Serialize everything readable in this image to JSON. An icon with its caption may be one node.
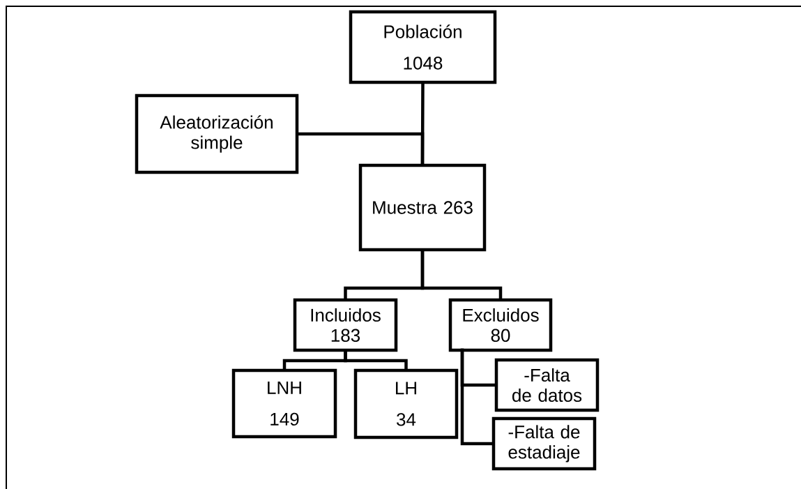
{
  "diagram": {
    "nodes": [
      {
        "text": [
          "Población",
          "1048"
        ]
      },
      {
        "text": [
          "Aleatorización simple"
        ]
      },
      {
        "text": [
          "Muestra 263"
        ]
      },
      {
        "text": [
          "Incluidos 183"
        ]
      },
      {
        "text": [
          "Excluidos 80"
        ]
      },
      {
        "text": [
          "LNH",
          "149"
        ]
      },
      {
        "text": [
          "LH",
          "34"
        ]
      },
      {
        "text": [
          "-Falta de datos"
        ]
      },
      {
        "text": [
          "-Falta de estadiaje"
        ]
      }
    ],
    "edges": [
      {
        "from": 0,
        "to": 2,
        "arrow": "none"
      },
      {
        "from": 1,
        "to": 2,
        "arrow": "none"
      },
      {
        "from": 2,
        "to": 3,
        "arrow": "none"
      },
      {
        "from": 2,
        "to": 4,
        "arrow": "none"
      },
      {
        "from": 3,
        "to": 5,
        "arrow": "none"
      },
      {
        "from": 3,
        "to": 6,
        "arrow": "none"
      },
      {
        "from": 4,
        "to": 7,
        "arrow": "none"
      },
      {
        "from": 4,
        "to": 8,
        "arrow": "none"
      }
    ]
  }
}
